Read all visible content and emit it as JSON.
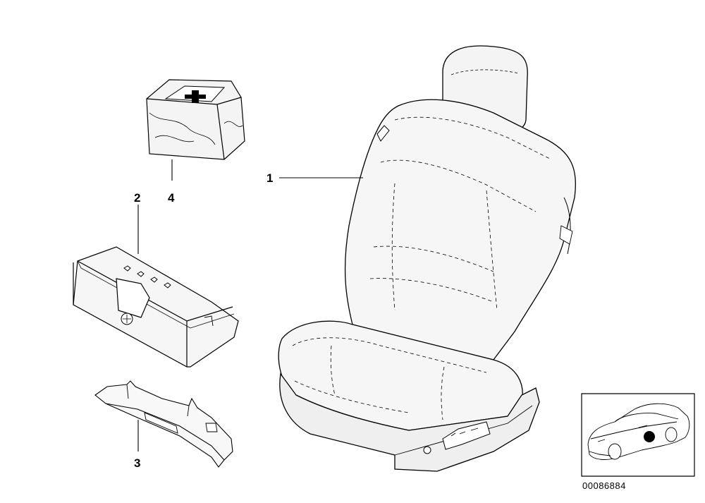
{
  "callouts": {
    "part1": "1",
    "part2": "2",
    "part3": "3",
    "part4": "4"
  },
  "catalog_number": "00086884",
  "icons": {
    "first_aid_kit": "first-aid-kit-icon",
    "warning_triangle_case": "warning-triangle-case-icon",
    "mounting_bracket": "mounting-bracket-icon",
    "seat": "seat-icon",
    "car_locator": "car-locator-icon"
  },
  "colors": {
    "line": "#000000",
    "background": "#ffffff",
    "seat_fill": "#f2f2f2",
    "locator_dot": "#000000"
  }
}
